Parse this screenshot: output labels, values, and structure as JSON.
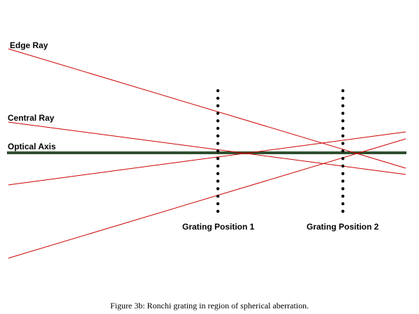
{
  "labels": {
    "edge_ray": "Edge Ray",
    "central_ray": "Central Ray",
    "optical_axis": "Optical Axis",
    "grating_1": "Grating Position 1",
    "grating_2": "Grating Position 2"
  },
  "caption": "Figure 3b: Ronchi grating in region of spherical aberration.",
  "colors": {
    "ray": "#cc0000",
    "axis": "#2f4f2f",
    "grating": "#000000",
    "text": "#000000",
    "background": "#ffffff"
  }
}
